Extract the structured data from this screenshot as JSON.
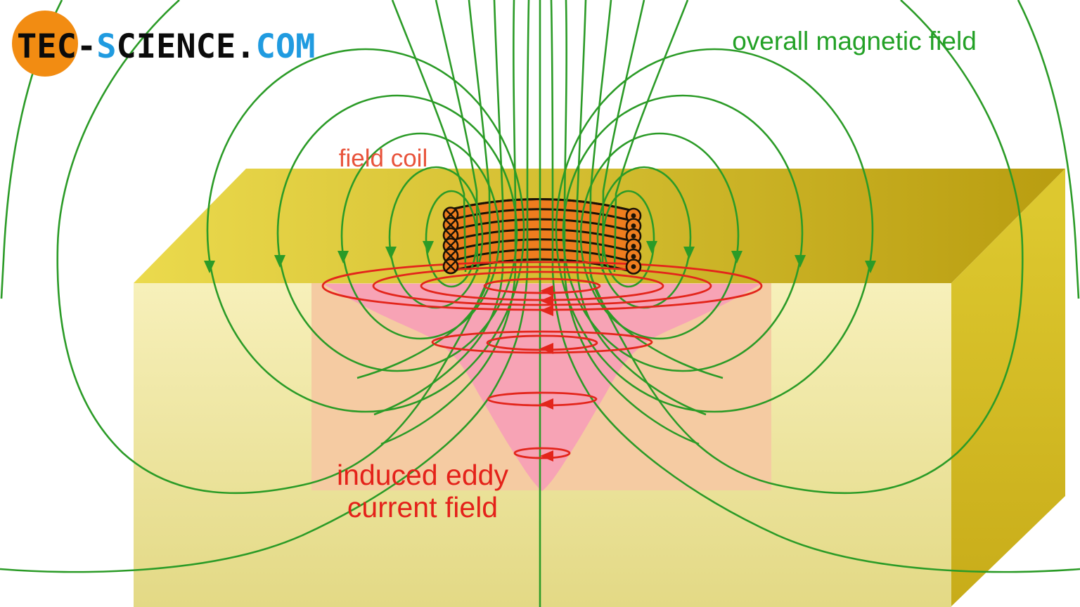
{
  "logo": {
    "part_tec": "TEC-",
    "part_s": "S",
    "part_cience": "CIENCE",
    "part_dot": ".",
    "part_com": "COM",
    "circle_color": "#F28C12",
    "black": "#0B0B0B",
    "blue": "#209BE0"
  },
  "labels": {
    "overall_field": "overall magnetic field",
    "field_coil": "field coil",
    "eddy_line1": "induced eddy",
    "eddy_line2": "current field"
  },
  "colors": {
    "green": "#2B9B27",
    "red": "#E3251B",
    "overallLabel": "#23A126",
    "fieldCoilLabel": "#E8533B",
    "eddyLabel": "#E4211A",
    "coil": "#EE7D1E",
    "outline": "#1A1206",
    "overlay": "#F5CBA2",
    "cone": "#F7A3B5",
    "topFaceLeft": "#EBDA4D",
    "topFaceRight": "#B99D10",
    "frontFaceTop": "#F7F0BA",
    "frontFaceBottom": "#E3D985",
    "rightFaceTop": "#DDC82F",
    "rightFaceBottom": "#C8AC19",
    "background": "#FFFFFF"
  },
  "scene": {
    "description": "Field coil above a conductive block: overall magnetic field (green lines) and induced eddy current field (red loops) in pink penetration zone",
    "coil_turns_per_side": 6,
    "left_wire_symbol": "current into page (x)",
    "right_wire_symbol": "current out of page (dot)"
  }
}
